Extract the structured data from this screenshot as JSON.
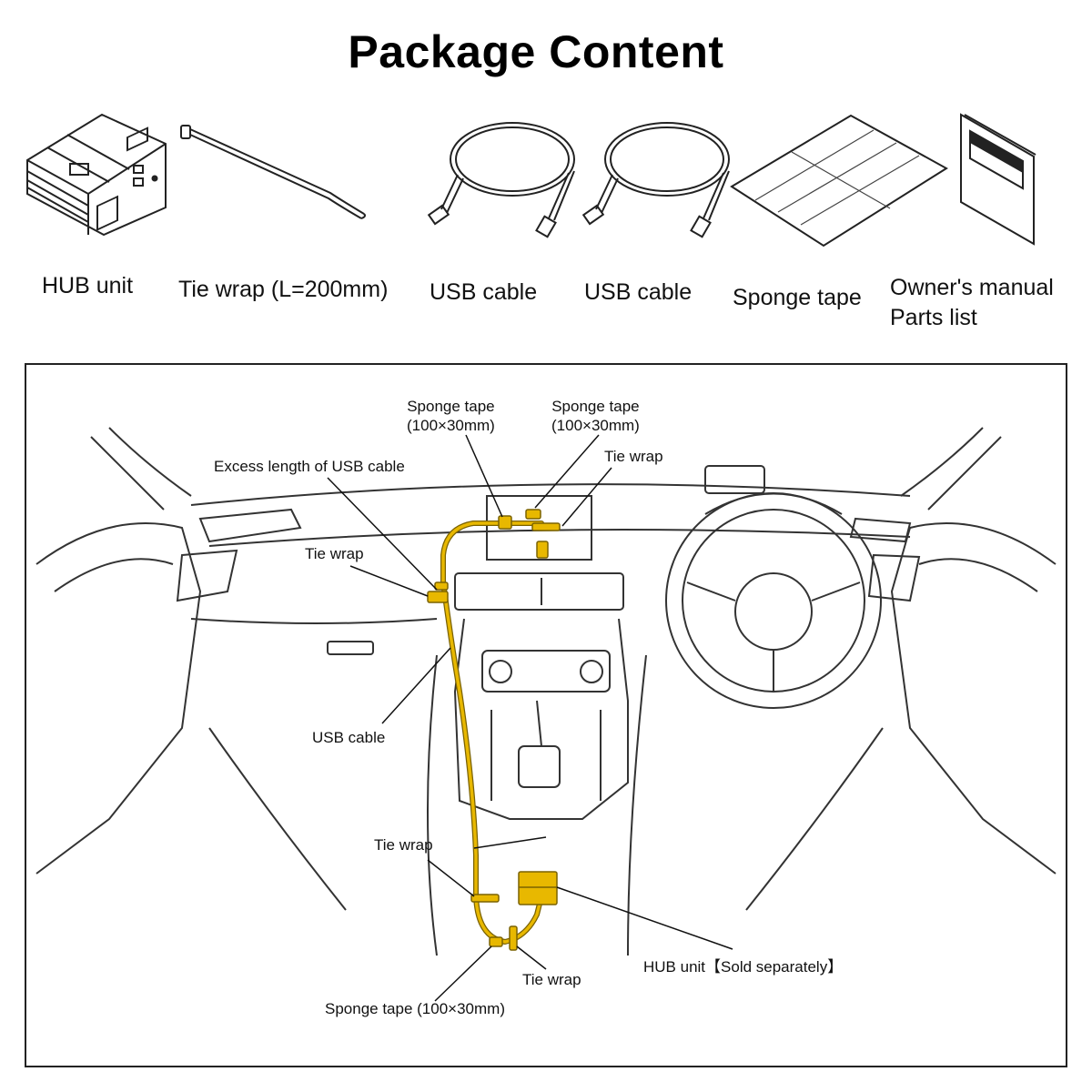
{
  "title": "Package Content",
  "package_items": [
    {
      "label": "HUB unit",
      "icon": "hub-unit-icon"
    },
    {
      "label": "Tie wrap (L=200mm)",
      "icon": "tie-wrap-icon"
    },
    {
      "label": "USB cable",
      "icon": "usb-cable-icon"
    },
    {
      "label": "USB cable",
      "icon": "usb-cable-icon"
    },
    {
      "label": "Sponge tape",
      "icon": "sponge-tape-icon"
    },
    {
      "label": "Owner's manual",
      "label2": "Parts list",
      "icon": "manual-icon"
    }
  ],
  "diagram": {
    "accent_color": "#e8b800",
    "callouts": {
      "sponge_tape_1": {
        "line1": "Sponge tape",
        "line2": "(100×30mm)"
      },
      "sponge_tape_2": {
        "line1": "Sponge tape",
        "line2": "(100×30mm)"
      },
      "tie_wrap_top": "Tie wrap",
      "excess_length": "Excess length of USB cable",
      "tie_wrap_left": "Tie wrap",
      "usb_cable": "USB cable",
      "tie_wrap_lower": "Tie wrap",
      "hub_unit": "HUB unit【Sold separately】",
      "tie_wrap_bottom": "Tie wrap",
      "sponge_tape_bottom": "Sponge tape (100×30mm)"
    }
  }
}
